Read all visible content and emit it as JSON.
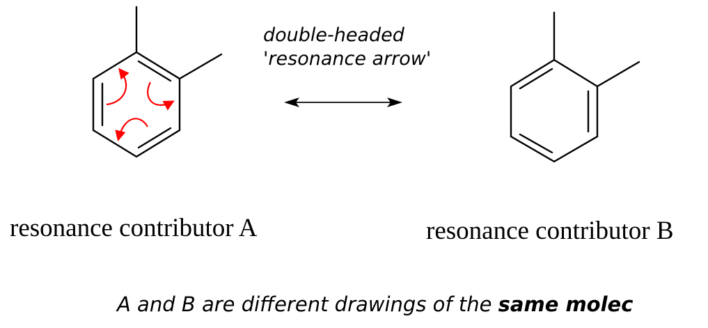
{
  "arrow": {
    "label_line1": "double-headed",
    "label_line2": "'resonance arrow'"
  },
  "captions": {
    "a": "resonance contributor A",
    "b": "resonance contributor B"
  },
  "note": {
    "prefix": "A and B are different drawings of the ",
    "emphasis": "same molec"
  },
  "colors": {
    "bond": "#000000",
    "curved_arrows": "#ff0000"
  }
}
